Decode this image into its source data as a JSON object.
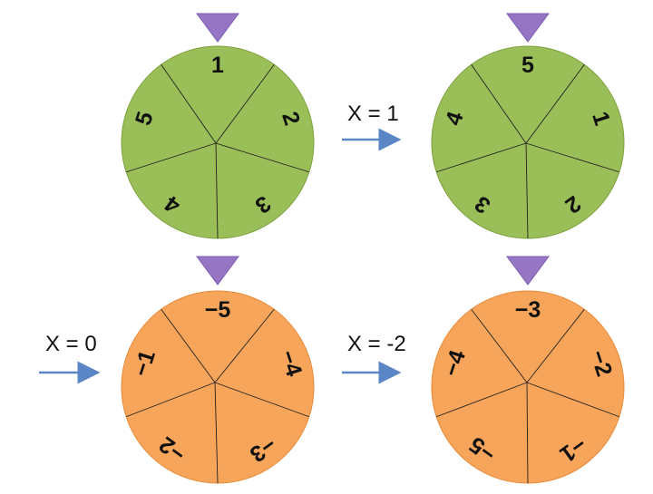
{
  "colors": {
    "green_fill": "#9ABE58",
    "green_stroke": "#7DA03E",
    "orange_fill": "#F7A55A",
    "orange_stroke": "#E88A3A",
    "pointer": "#9575C4",
    "arrow": "#5B86C6",
    "text": "#111111"
  },
  "labels": {
    "top_arrow": "X = 1",
    "bottom_left_arrow": "X = 0",
    "bottom_right_arrow": "X = -2"
  },
  "spinners": [
    {
      "id": "green-original",
      "color": "green",
      "numbers": [
        "1",
        "2",
        "3",
        "4",
        "5"
      ]
    },
    {
      "id": "green-shifted",
      "color": "green",
      "numbers": [
        "5",
        "1",
        "2",
        "3",
        "4"
      ]
    },
    {
      "id": "orange-original",
      "color": "orange",
      "numbers": [
        "−5",
        "−4",
        "−3",
        "−2",
        "−1"
      ]
    },
    {
      "id": "orange-shifted",
      "color": "orange",
      "numbers": [
        "−3",
        "−2",
        "−1",
        "−5",
        "−4"
      ]
    }
  ]
}
